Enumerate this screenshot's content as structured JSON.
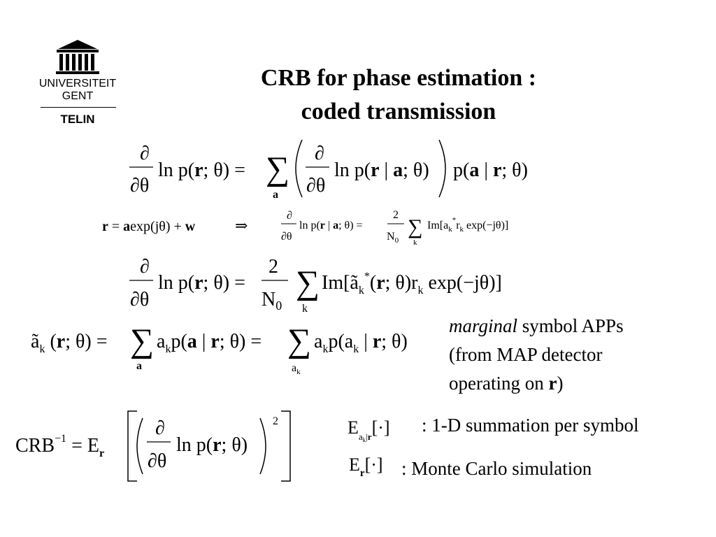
{
  "logo": {
    "university_line1": "UNIVERSITEIT",
    "university_line2": "GENT",
    "department": "TELIN",
    "icon": "university-building-icon"
  },
  "slide": {
    "title_line1": "CRB for phase estimation :",
    "title_line2": "coded transmission"
  },
  "annotations": {
    "marginal_word": "marginal",
    "marginal_rest": " symbol APPs",
    "line2": "(from MAP detector",
    "line3_prefix": "operating on ",
    "line3_bold": "r",
    "line3_suffix": ")",
    "expectation_ak": ": 1-D summation per symbol",
    "expectation_r": ": Monte Carlo simulation"
  }
}
